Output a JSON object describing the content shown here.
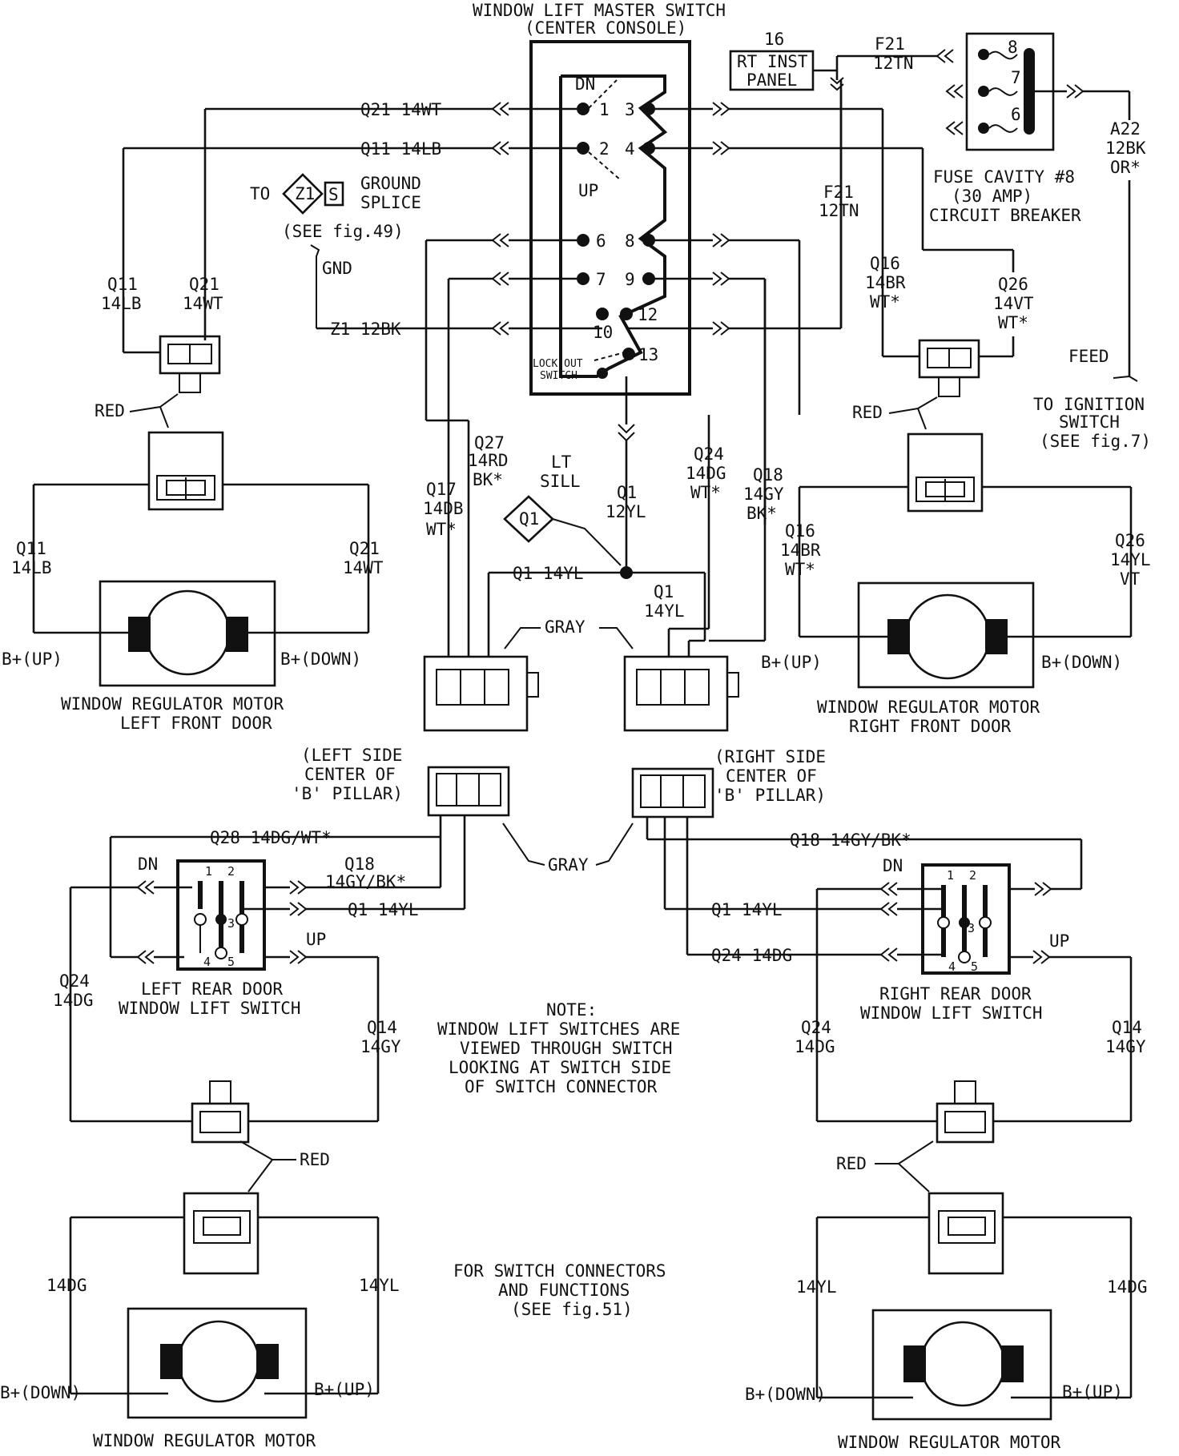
{
  "labels": {
    "master_title": "WINDOW LIFT MASTER SWITCH",
    "master_sub": "(CENTER CONSOLE)",
    "dn": "DN",
    "up": "UP",
    "lockout1": "LOCK-OUT",
    "lockout2": "SWITCH",
    "pins": [
      "1",
      "2",
      "3",
      "4",
      "6",
      "7",
      "8",
      "9",
      "10",
      "12",
      "13"
    ],
    "q21_14wt": "Q21  14WT",
    "q11_14lb": "Q11  14LB",
    "z1_12bk": "Z1  12BK",
    "to": "TO",
    "z1_diamond": "Z1",
    "s_box": "S",
    "ground_splice1": "GROUND",
    "ground_splice2": "SPLICE",
    "see_fig49": "(SEE  fig.49)",
    "gnd": "GND",
    "n16": "16",
    "rt_inst1": "RT INST",
    "rt_inst2": "PANEL",
    "f21_top1": "F21",
    "f21_top2": "12TN",
    "f21_mid1": "F21",
    "f21_mid2": "12TN",
    "fuse_8": "8",
    "fuse_7": "7",
    "fuse_6": "6",
    "fuse_cav1": "FUSE CAVITY #8",
    "fuse_cav2": "(30 AMP)",
    "fuse_cav3": "CIRCUIT BREAKER",
    "a22_1": "A22",
    "a22_2": "12BK",
    "a22_3": "OR*",
    "feed": "FEED",
    "ign1": "TO IGNITION",
    "ign2": "SWITCH",
    "ign3": "(SEE  fig.7)",
    "lf_q11_a": "Q11",
    "lf_q11_b": "14LB",
    "lf_q21_a": "Q21",
    "lf_q21_b": "14WT",
    "red": "RED",
    "lf_q11_c": "Q11",
    "lf_q11_d": "14LB",
    "lf_q21_c": "Q21",
    "lf_q21_d": "14WT",
    "b_up": "B+(UP)",
    "b_down": "B+(DOWN)",
    "lf_motor1": "WINDOW REGULATOR MOTOR",
    "lf_motor2": "LEFT FRONT DOOR",
    "q17_1": "Q17",
    "q17_2": "14DB",
    "q17_3": "WT*",
    "q27_1": "Q27",
    "q27_2": "14RD",
    "q27_3": "BK*",
    "lt_sill1": "LT",
    "lt_sill2": "SILL",
    "q1_diamond": "Q1",
    "q1_1": "Q1",
    "q1_2": "12YL",
    "q1_14yl": "Q1  14YL",
    "q1b_1": "Q1",
    "q1b_2": "14YL",
    "gray": "GRAY",
    "q24_1": "Q24",
    "q24_2": "14DG",
    "q24_3": "WT*",
    "q18_1": "Q18",
    "q18_2": "14GY",
    "q18_3": "BK*",
    "q16_top1": "Q16",
    "q16_top2": "14BR",
    "q16_top3": "WT*",
    "q26_top1": "Q26",
    "q26_top2": "14VT",
    "q26_top3": "WT*",
    "q16_bot1": "Q16",
    "q16_bot2": "14BR",
    "q16_bot3": "WT*",
    "q26_bot1": "Q26",
    "q26_bot2": "14YL",
    "q26_bot3": "VT",
    "rf_motor1": "WINDOW REGULATOR MOTOR",
    "rf_motor2": "RIGHT FRONT DOOR",
    "lsp1": "(LEFT SIDE",
    "lsp2": "CENTER OF",
    "lsp3": "'B' PILLAR)",
    "rsp1": "(RIGHT SIDE",
    "rsp2": "CENTER OF",
    "rsp3": "'B' PILLAR)",
    "q28": "Q28  14DG/WT*",
    "q18_l1": "Q18",
    "q18_l2": "14GY/BK*",
    "q1_l": "Q1  14YL",
    "q18_r": "Q18  14GY/BK*",
    "q1_r": "Q1  14YL",
    "q24_r": "Q24  14DG",
    "sw_pins": [
      "1",
      "2",
      "3",
      "4",
      "5"
    ],
    "lr_sw1": "LEFT REAR DOOR",
    "lr_sw2": "WINDOW LIFT SWITCH",
    "rr_sw1": "RIGHT REAR DOOR",
    "rr_sw2": "WINDOW LIFT SWITCH",
    "lr_q24_1": "Q24",
    "lr_q24_2": "14DG",
    "lr_q14_1": "Q14",
    "lr_q14_2": "14GY",
    "rr_q24_1": "Q24",
    "rr_q24_2": "14DG",
    "rr_q14_1": "Q14",
    "rr_q14_2": "14GY",
    "note1": "NOTE:",
    "note2": "WINDOW LIFT SWITCHES ARE",
    "note3": "VIEWED THROUGH SWITCH",
    "note4": "LOOKING AT SWITCH SIDE",
    "note5": "OF SWITCH CONNECTOR",
    "fsc1": "FOR SWITCH CONNECTORS",
    "fsc2": "AND FUNCTIONS",
    "fsc3": "(SEE  fig.51)",
    "lr_14dg": "14DG",
    "lr_14yl": "14YL",
    "rr_14yl": "14YL",
    "rr_14dg": "14DG",
    "lr_b_down": "B+(DOWN)",
    "lr_b_up": "B+(UP)",
    "rr_b_down": "B+(DOWN)",
    "rr_b_up": "B+(UP)",
    "lr_motor": "WINDOW REGULATOR MOTOR",
    "rr_motor": "WINDOW REGULATOR MOTOR"
  }
}
